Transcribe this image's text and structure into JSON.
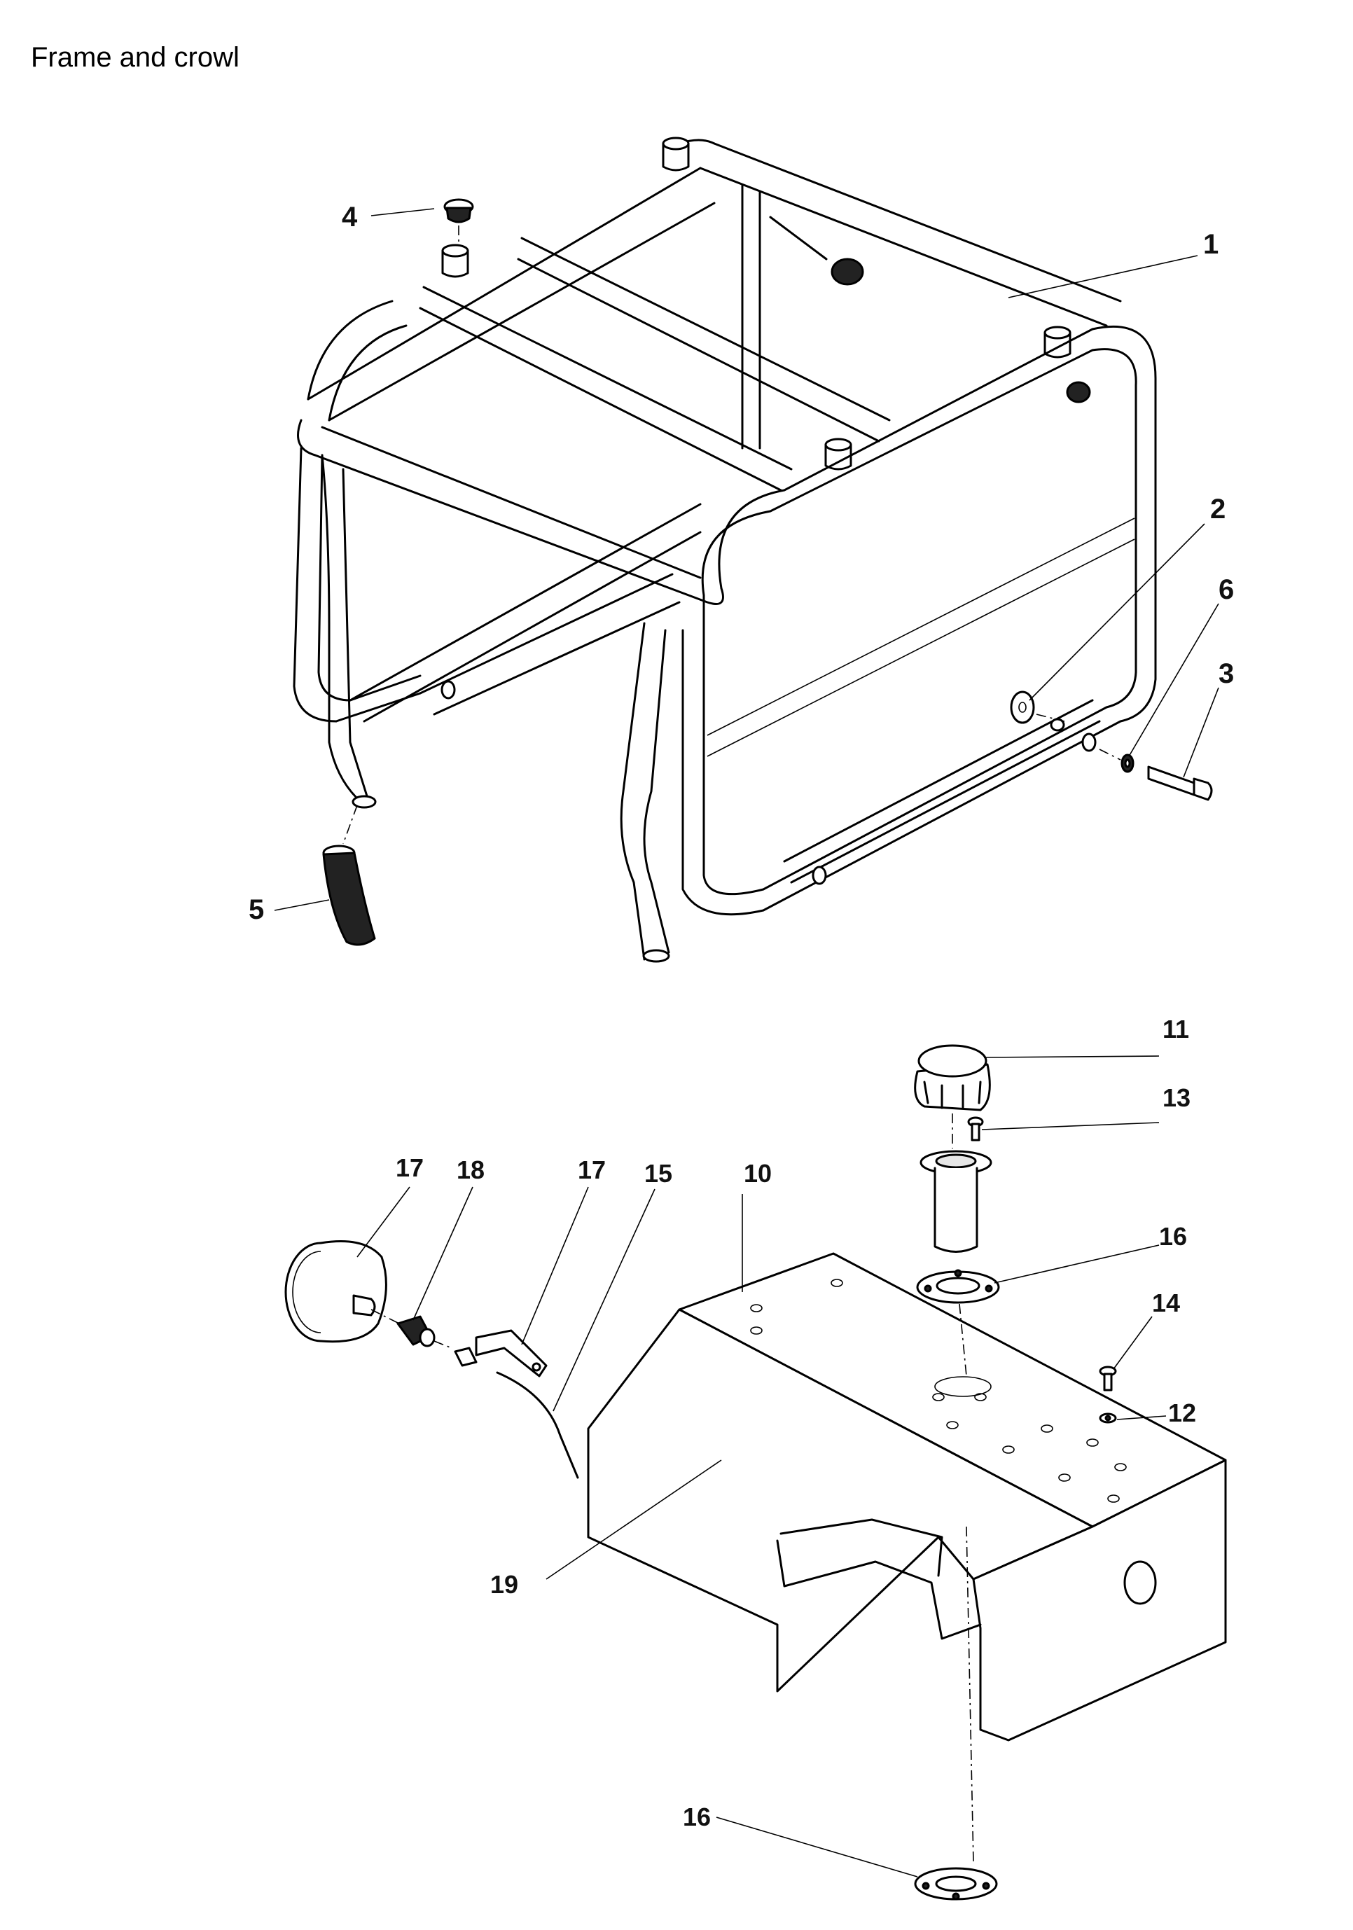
{
  "title": "Frame and crowl",
  "callouts": {
    "c1": "1",
    "c2": "2",
    "c3": "3",
    "c4": "4",
    "c5": "5",
    "c6": "6",
    "c10": "10",
    "c11": "11",
    "c12": "12",
    "c13": "13",
    "c14": "14",
    "c15": "15",
    "c16a": "16",
    "c16b": "16",
    "c17a": "17",
    "c17b": "17",
    "c18": "18",
    "c19": "19"
  }
}
